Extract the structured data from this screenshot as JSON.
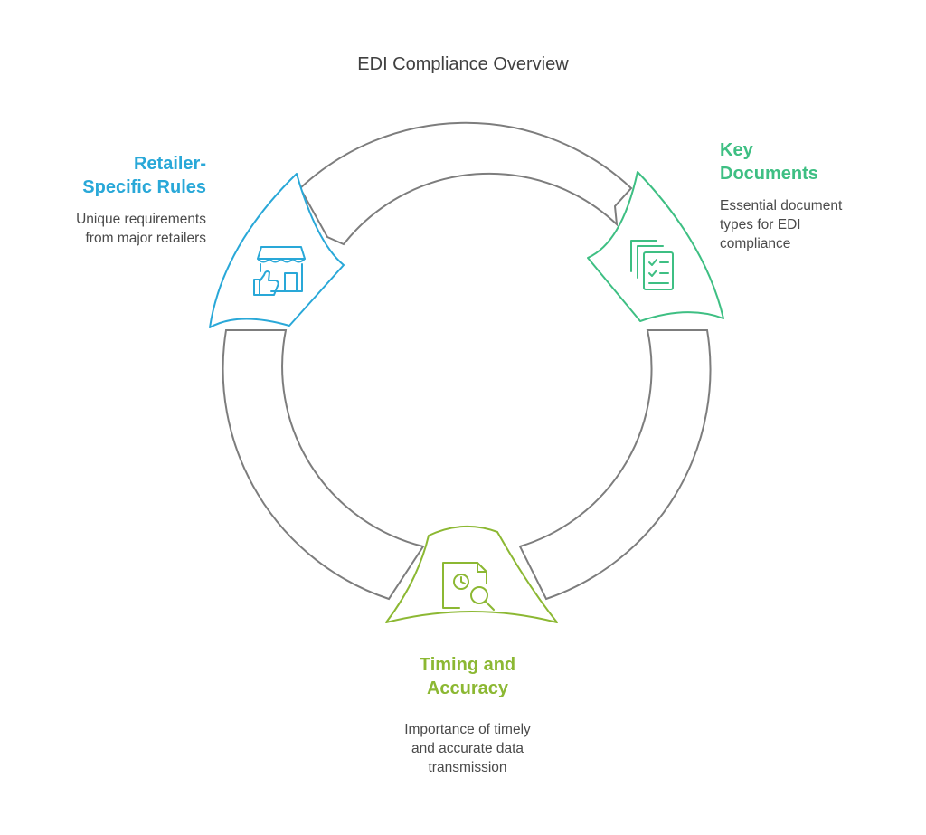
{
  "title": "EDI Compliance Overview",
  "nodes": {
    "retailer": {
      "heading_line1": "Retailer-",
      "heading_line2": "Specific Rules",
      "desc_line1": "Unique requirements",
      "desc_line2": "from major retailers",
      "color": "#29a8d8",
      "icon": "storefront-thumbs-up-icon"
    },
    "documents": {
      "heading_line1": "Key",
      "heading_line2": "Documents",
      "desc_line1": "Essential document",
      "desc_line2": "types for EDI",
      "desc_line3": "compliance",
      "color": "#3ebf83",
      "icon": "document-checklist-icon"
    },
    "timing": {
      "heading_line1": "Timing and",
      "heading_line2": "Accuracy",
      "desc_line1": "Importance of timely",
      "desc_line2": "and accurate data",
      "desc_line3": "transmission",
      "color": "#8cb833",
      "icon": "clock-document-search-icon"
    }
  },
  "ring_color": "#7d7d7d"
}
